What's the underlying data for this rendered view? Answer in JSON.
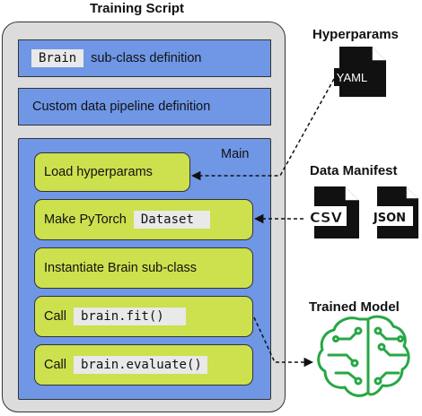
{
  "training_script": {
    "title": "Training Script",
    "brain_def": {
      "code": "Brain",
      "text": "sub-class definition"
    },
    "pipeline_def": {
      "text": "Custom data pipeline definition"
    },
    "main": {
      "label": "Main",
      "steps": [
        {
          "text": "Load hyperparams",
          "code": ""
        },
        {
          "text": "Make PyTorch",
          "code": "Dataset"
        },
        {
          "text": "Instantiate Brain sub-class",
          "code": ""
        },
        {
          "text": "Call",
          "code": "brain.fit()"
        },
        {
          "text": "Call",
          "code": "brain.evaluate()"
        }
      ]
    }
  },
  "hyperparams": {
    "title": "Hyperparams",
    "file_label": "YAML"
  },
  "data_manifest": {
    "title": "Data Manifest",
    "files": [
      "CSV",
      "JSON"
    ]
  },
  "trained_model": {
    "title": "Trained Model",
    "icon": "brain-circuit-icon"
  },
  "colors": {
    "blue": "#6f97e6",
    "yellow": "#cde04e",
    "gray": "#dcdcdc",
    "model_green": "#27a745"
  }
}
